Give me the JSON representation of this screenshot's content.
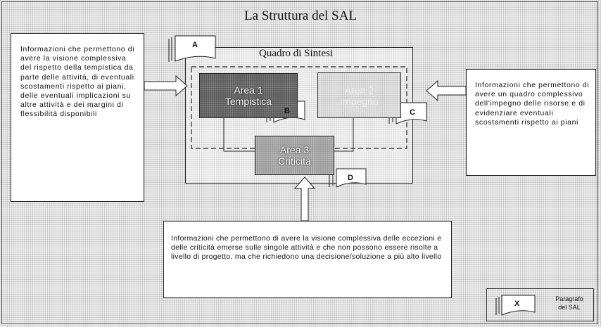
{
  "title": "La Struttura del SAL",
  "quadro": {
    "label": "Quadro di Sintesi"
  },
  "areas": {
    "area1": {
      "line1": "Area 1",
      "line2": "Tempistica"
    },
    "area2": {
      "line1": "Area 2",
      "line2": "Impegno"
    },
    "area3": {
      "line1": "Area 3",
      "line2": "Criticità"
    }
  },
  "tags": {
    "a": "A",
    "b": "B",
    "c": "C",
    "d": "D"
  },
  "notes": {
    "left": "Informazioni che permettono di avere la visione complessiva del rispetto della tempistica da parte delle attività, di eventuali scostamenti rispetto ai piani, delle eventuali implicazioni su altre attività e dei margini di flessibilità disponibili",
    "right": "Informazioni che permettono di avere un quadro complessivo dell'impegno delle risorse e di evidenziare eventuali scostamenti rispetto ai piani",
    "bottom": "Informazioni che permettono di avere la visione complessiva delle eccezioni e delle criticità emerse sulle singole attività e che non possono essere risolte a livello di progetto, ma che richiedono una decisione/soluzione a più alto livello"
  },
  "legend": {
    "symbol": "X",
    "line1": "Paragrafo",
    "line2": "del SAL"
  }
}
